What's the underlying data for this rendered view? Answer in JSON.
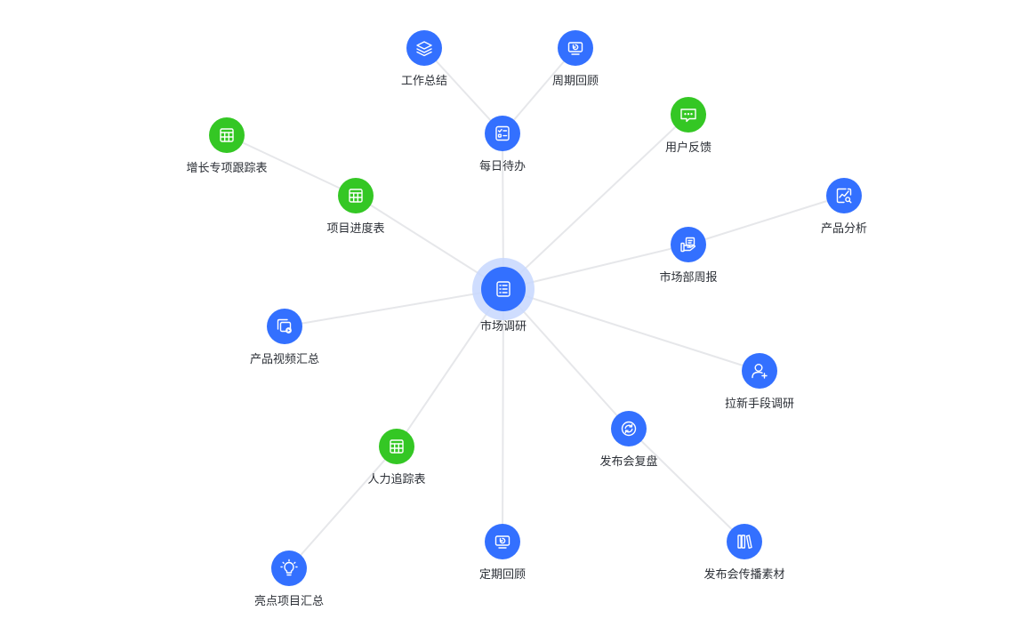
{
  "colors": {
    "blue": "#3370ff",
    "green": "#34c724",
    "halo": "#c7d7fe",
    "edge": "#e6e7ea",
    "label": "#2b2f36"
  },
  "graph": {
    "root": "market_research",
    "nodes": [
      {
        "id": "market_research",
        "label": "市场调研",
        "color": "blue",
        "icon": "doc-list-icon",
        "central": true
      },
      {
        "id": "daily_todo",
        "label": "每日待办",
        "color": "blue",
        "icon": "checklist-icon"
      },
      {
        "id": "work_summary",
        "label": "工作总结",
        "color": "blue",
        "icon": "layers-icon"
      },
      {
        "id": "period_review",
        "label": "周期回顾",
        "color": "blue",
        "icon": "monitor-icon"
      },
      {
        "id": "user_feedback",
        "label": "用户反馈",
        "color": "green",
        "icon": "chat-icon"
      },
      {
        "id": "product_analysis",
        "label": "产品分析",
        "color": "blue",
        "icon": "chart-search-icon"
      },
      {
        "id": "market_weekly",
        "label": "市场部周报",
        "color": "blue",
        "icon": "report-icon"
      },
      {
        "id": "growth_tracker",
        "label": "增长专项跟踪表",
        "color": "green",
        "icon": "table-icon"
      },
      {
        "id": "project_progress",
        "label": "项目进度表",
        "color": "green",
        "icon": "table-icon"
      },
      {
        "id": "product_video",
        "label": "产品视频汇总",
        "color": "blue",
        "icon": "video-stack-icon"
      },
      {
        "id": "acquisition_research",
        "label": "拉新手段调研",
        "color": "blue",
        "icon": "user-add-icon"
      },
      {
        "id": "launch_review",
        "label": "发布会复盘",
        "color": "blue",
        "icon": "refresh-icon"
      },
      {
        "id": "hr_tracker",
        "label": "人力追踪表",
        "color": "green",
        "icon": "table-icon"
      },
      {
        "id": "regular_review",
        "label": "定期回顾",
        "color": "blue",
        "icon": "monitor-icon"
      },
      {
        "id": "launch_materials",
        "label": "发布会传播素材",
        "color": "blue",
        "icon": "books-icon"
      },
      {
        "id": "highlight_summary",
        "label": "亮点项目汇总",
        "color": "blue",
        "icon": "bulb-icon"
      }
    ],
    "edges": [
      [
        "market_research",
        "daily_todo"
      ],
      [
        "daily_todo",
        "work_summary"
      ],
      [
        "daily_todo",
        "period_review"
      ],
      [
        "market_research",
        "user_feedback"
      ],
      [
        "market_research",
        "market_weekly"
      ],
      [
        "market_weekly",
        "product_analysis"
      ],
      [
        "market_research",
        "project_progress"
      ],
      [
        "project_progress",
        "growth_tracker"
      ],
      [
        "market_research",
        "product_video"
      ],
      [
        "market_research",
        "acquisition_research"
      ],
      [
        "market_research",
        "launch_review"
      ],
      [
        "launch_review",
        "launch_materials"
      ],
      [
        "market_research",
        "hr_tracker"
      ],
      [
        "hr_tracker",
        "highlight_summary"
      ],
      [
        "market_research",
        "regular_review"
      ]
    ]
  }
}
